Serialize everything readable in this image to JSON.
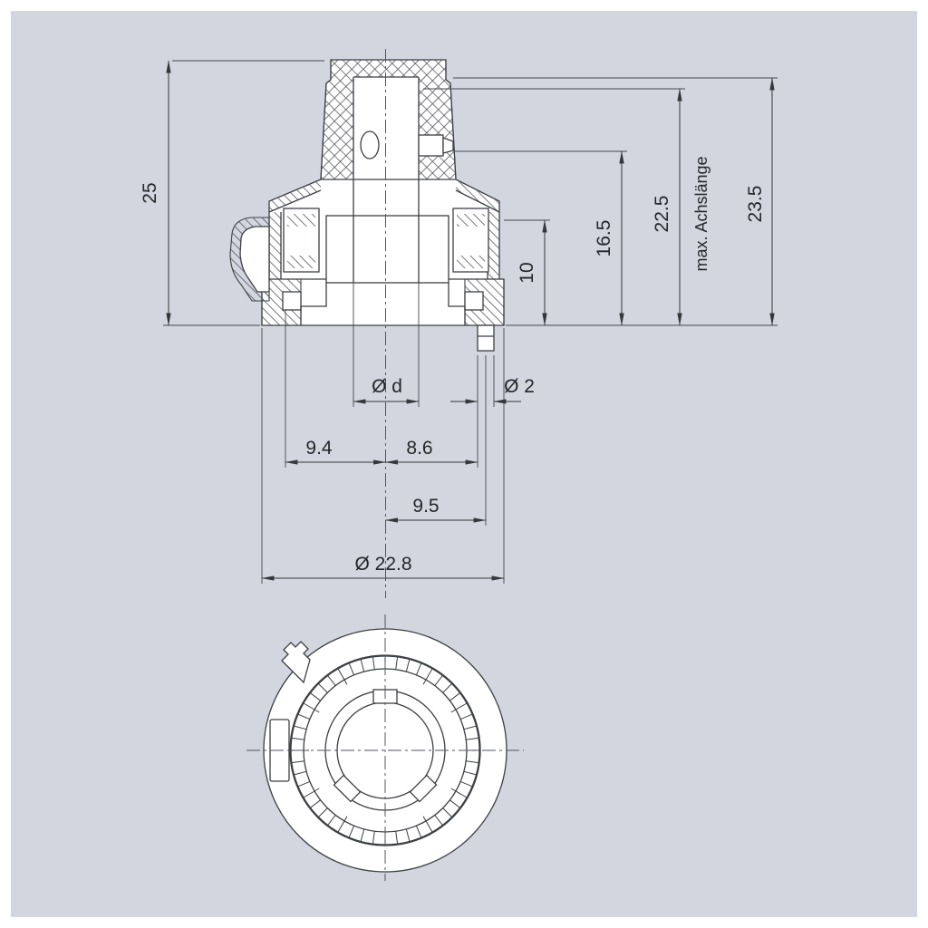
{
  "drawing": {
    "background_color": "#d3d6df",
    "line_color": "#3c3f43",
    "text_color": "#24262a",
    "dimensions": {
      "total_height": "25",
      "height_23_5": "23.5",
      "max_shaft_length_label": "max. Achslänge",
      "height_22_5": "22.5",
      "height_16_5": "16.5",
      "height_10": "10",
      "shaft_bore_diameter": "Ø d",
      "pin_diameter": "Ø 2",
      "offset_left": "9.4",
      "offset_right": "8.6",
      "pin_center_offset": "9.5",
      "outer_diameter": "Ø 22.8"
    }
  }
}
